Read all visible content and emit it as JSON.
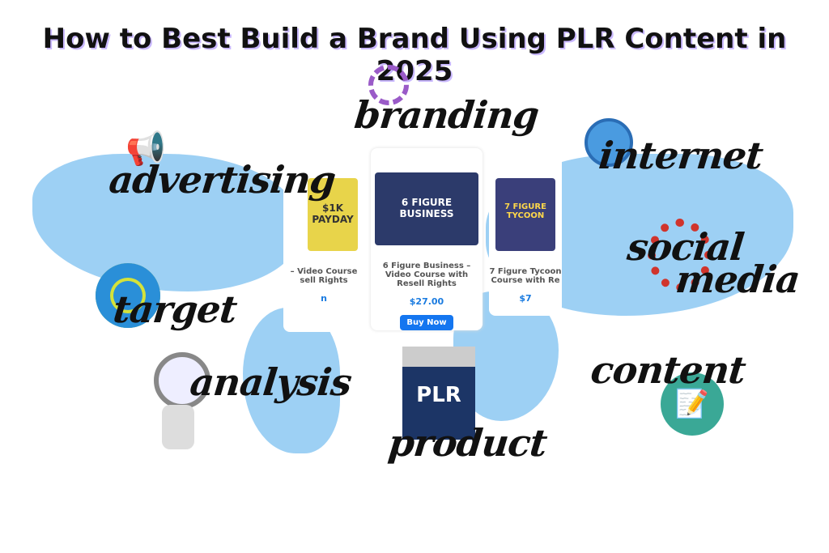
{
  "title": "How to Best Build a Brand Using PLR Content in 2025",
  "words": {
    "branding": "branding",
    "advertising": "advertising",
    "internet": "internet",
    "social": "social",
    "media": "media",
    "target": "target",
    "analysis": "analysis",
    "content": "content",
    "product": "product"
  },
  "products": [
    {
      "name": "– Video Course\nsell Rights",
      "price": "n",
      "image_text": "$1K PAYDAY"
    },
    {
      "name": "6 Figure Business – Video Course with Resell Rights",
      "price": "$27.00",
      "button": "Buy Now",
      "image_text": "6 FIGURE BUSINESS"
    },
    {
      "name": "7 Figure Tycoon Course with Re",
      "price": "$7",
      "image_text": "7 FIGURE TYCOON"
    }
  ],
  "plr_box": "PLR",
  "colors": {
    "map": "#8cc8f2",
    "button": "#1476f0",
    "price": "#1a7be0",
    "box": "#1c3566"
  }
}
